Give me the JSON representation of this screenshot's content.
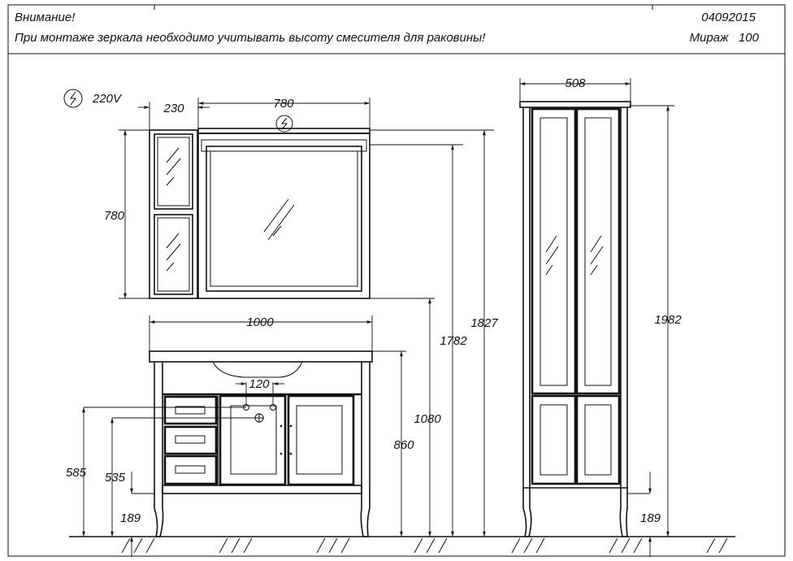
{
  "header": {
    "warning_title": "Внимание!",
    "warning_text": "При монтаже зеркала необходимо учитывать высоту смесителя для раковины!",
    "doc_code": "04092015",
    "product_name": "Мираж   100"
  },
  "drawing": {
    "voltage_label": "220V",
    "dims": {
      "side_cabinet_width": "230",
      "mirror_width": "780",
      "mirror_height": "780",
      "vanity_width": "1000",
      "faucet_spacing": "120",
      "mirror_top_height": "1782",
      "lamp_top_height": "1827",
      "vanity_top_height": "1080",
      "basin_height": "860",
      "pipe_height_1": "585",
      "pipe_height_2": "535",
      "leg_height_left": "189",
      "tall_cabinet_width": "508",
      "tall_cabinet_height": "1982",
      "leg_height_right": "189"
    }
  }
}
